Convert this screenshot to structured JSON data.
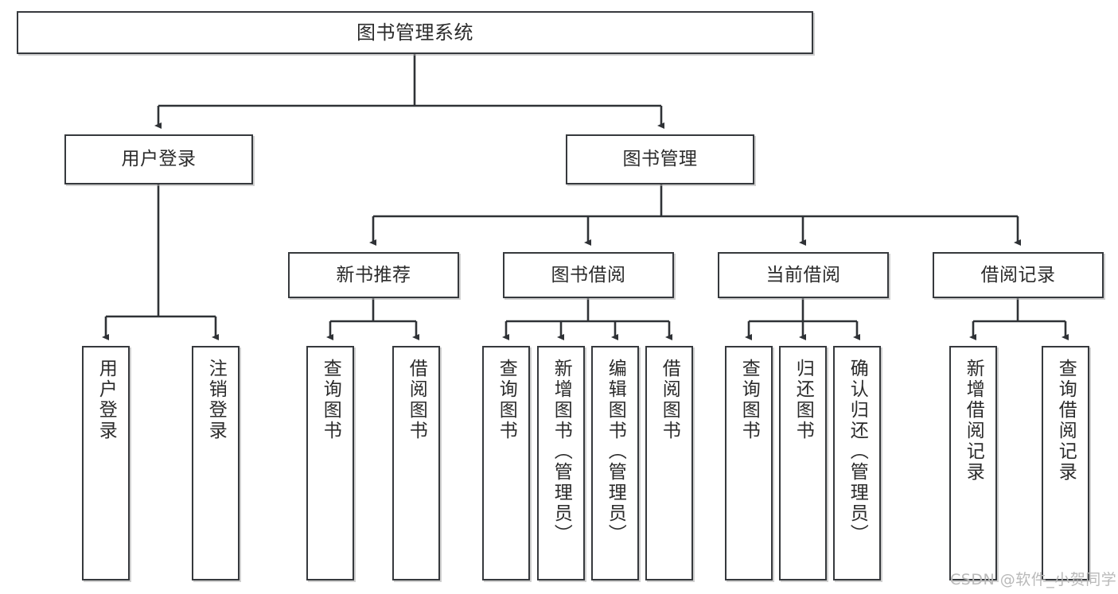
{
  "diagram": {
    "type": "tree",
    "title": "图书管理系统",
    "root": {
      "id": "root",
      "label": "图书管理系统"
    },
    "level2": [
      {
        "id": "user-login",
        "label": "用户登录"
      },
      {
        "id": "book-manage",
        "label": "图书管理"
      }
    ],
    "level3": [
      {
        "id": "new-book-rec",
        "label": "新书推荐"
      },
      {
        "id": "book-borrow",
        "label": "图书借阅"
      },
      {
        "id": "current-borrow",
        "label": "当前借阅"
      },
      {
        "id": "borrow-record",
        "label": "借阅记录"
      }
    ],
    "leaves": {
      "user_login": [
        {
          "id": "leaf-user-login",
          "label": "用户登录"
        },
        {
          "id": "leaf-user-logout",
          "label": "注销登录"
        }
      ],
      "new_book_rec": [
        {
          "id": "leaf-query-book-1",
          "label": "查询图书"
        },
        {
          "id": "leaf-borrow-book-1",
          "label": "借阅图书"
        }
      ],
      "book_borrow": [
        {
          "id": "leaf-query-book-2",
          "label": "查询图书"
        },
        {
          "id": "leaf-add-book",
          "label": "新增图书（管理员）"
        },
        {
          "id": "leaf-edit-book",
          "label": "编辑图书（管理员）"
        },
        {
          "id": "leaf-borrow-book-2",
          "label": "借阅图书"
        }
      ],
      "current_borrow": [
        {
          "id": "leaf-query-book-3",
          "label": "查询图书"
        },
        {
          "id": "leaf-return-book",
          "label": "归还图书"
        },
        {
          "id": "leaf-confirm-return",
          "label": "确认归还（管理员）"
        }
      ],
      "borrow_record": [
        {
          "id": "leaf-add-record",
          "label": "新增借阅记录"
        },
        {
          "id": "leaf-query-record",
          "label": "查询借阅记录"
        }
      ]
    }
  },
  "watermark": {
    "text": "CSDN @软件_小贺同学"
  },
  "colors": {
    "border": "#36393d",
    "text": "#2b2b2b",
    "background": "#ffffff",
    "watermark": "#b9b9b9"
  }
}
